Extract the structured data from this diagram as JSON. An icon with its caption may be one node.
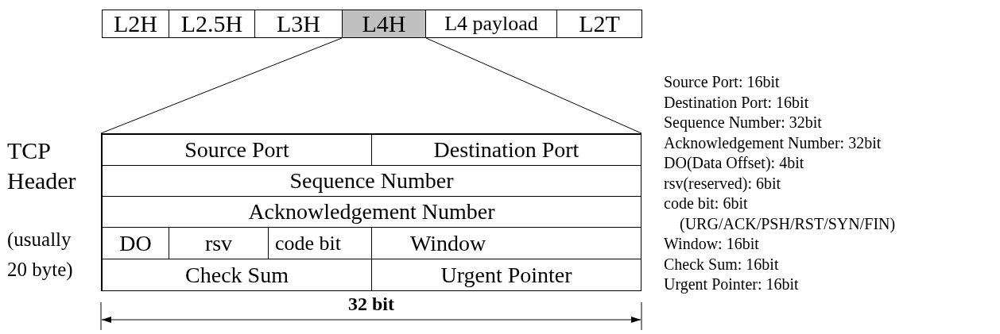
{
  "diagram": {
    "nodes": [
      {
        "text": [
          "L2H"
        ]
      },
      {
        "text": [
          "L2.5H"
        ]
      },
      {
        "text": [
          "L3H"
        ]
      },
      {
        "text": [
          "L4H"
        ]
      },
      {
        "text": [
          "L4 payload"
        ]
      },
      {
        "text": [
          "L2T"
        ]
      },
      {
        "text": [
          "TCP Header",
          "(usually 20 byte)"
        ]
      },
      {
        "text": [
          "Source Port"
        ],
        "in": 6
      },
      {
        "text": [
          "Destination Port"
        ],
        "in": 6
      },
      {
        "text": [
          "Sequence Number"
        ],
        "in": 6
      },
      {
        "text": [
          "Acknowledgement Number"
        ],
        "in": 6
      },
      {
        "text": [
          "DO"
        ],
        "in": 6
      },
      {
        "text": [
          "rsv"
        ],
        "in": 6
      },
      {
        "text": [
          "code bit"
        ],
        "in": 6
      },
      {
        "text": [
          "Window"
        ],
        "in": 6
      },
      {
        "text": [
          "Check Sum"
        ],
        "in": 6
      },
      {
        "text": [
          "Urgent Pointer"
        ],
        "in": 6
      }
    ],
    "edges": [
      {
        "from": 3,
        "to": 6,
        "arrow": "none"
      },
      {
        "from": 3,
        "to": 6,
        "arrow": "none"
      }
    ],
    "labels": [
      "32 bit",
      "Source Port: 16bit",
      "Destination Port: 16bit",
      "Sequence Number: 32bit",
      "Acknowledgement Number: 32bit",
      "DO(Data Offset): 4bit",
      "rsv(reserved): 6bit",
      "code bit: 6bit",
      "(URG/ACK/PSH/RST/SYN/FIN)",
      "Window: 16bit",
      "Check Sum: 16bit",
      "Urgent Pointer: 16bit"
    ]
  }
}
